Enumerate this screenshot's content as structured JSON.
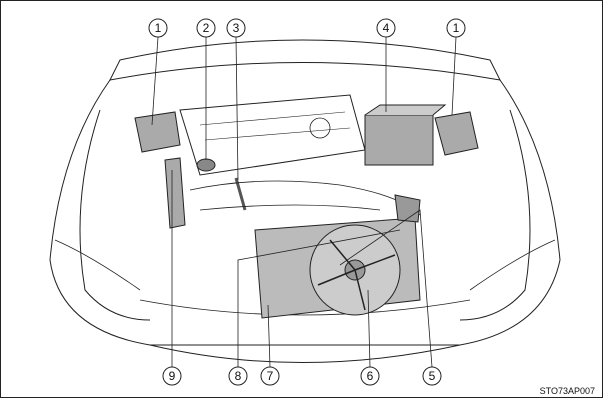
{
  "figure_code": "STO73AP007",
  "callouts": {
    "top": [
      "1",
      "2",
      "3",
      "4",
      "1"
    ],
    "bottom": [
      "9",
      "8",
      "7",
      "6",
      "5"
    ]
  }
}
